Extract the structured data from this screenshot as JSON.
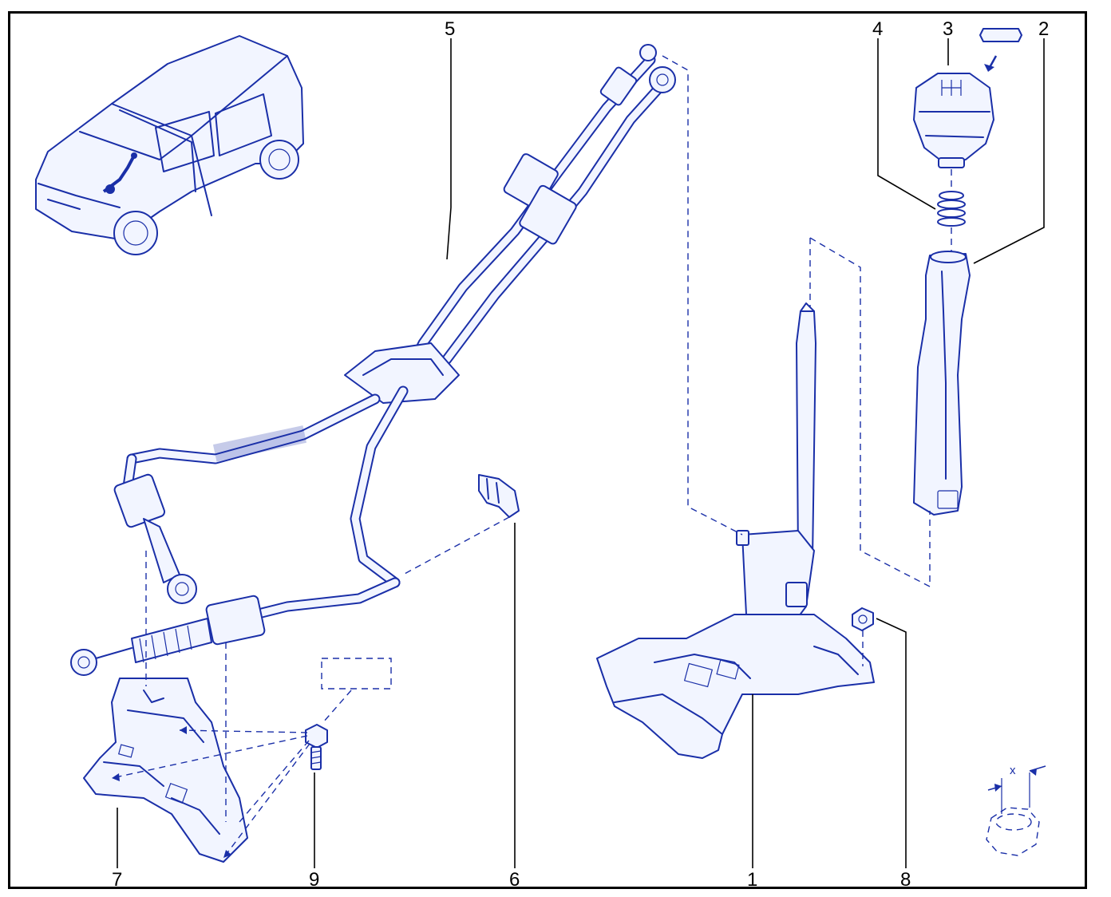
{
  "diagram": {
    "callouts": [
      {
        "id": "1",
        "label": "1"
      },
      {
        "id": "2",
        "label": "2"
      },
      {
        "id": "3",
        "label": "3"
      },
      {
        "id": "4",
        "label": "4"
      },
      {
        "id": "5",
        "label": "5"
      },
      {
        "id": "6",
        "label": "6"
      },
      {
        "id": "7",
        "label": "7"
      },
      {
        "id": "8",
        "label": "8"
      },
      {
        "id": "9",
        "label": "9"
      }
    ],
    "dimension_label": "x",
    "line_color": "#1a2fa8",
    "text_color": "#000000"
  }
}
